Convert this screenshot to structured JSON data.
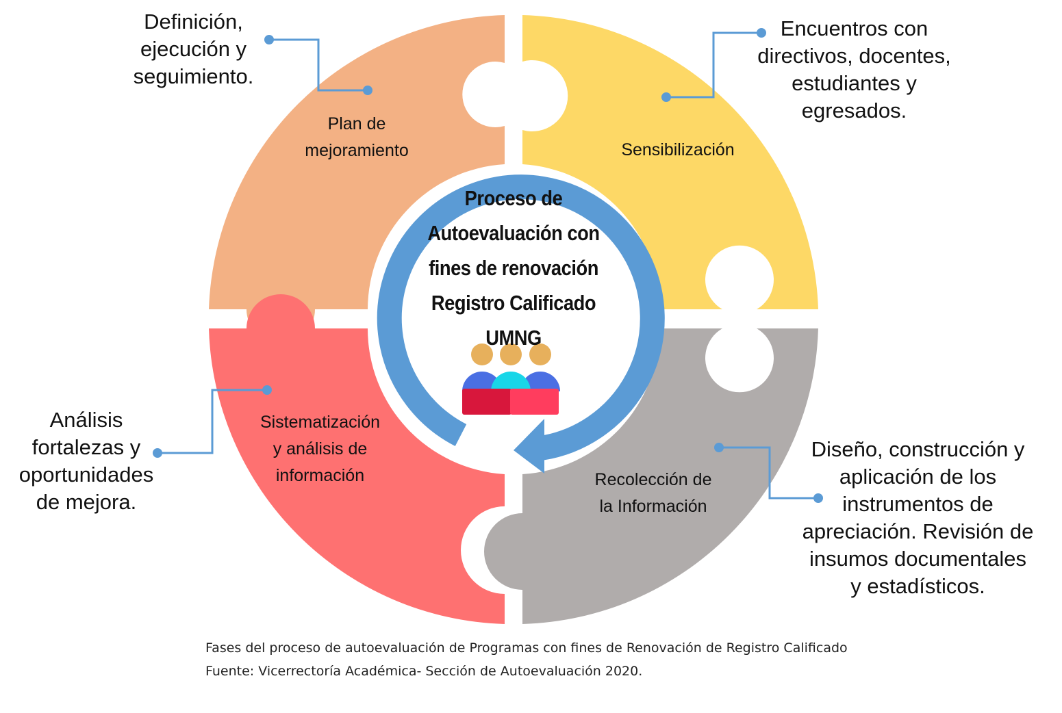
{
  "center": {
    "title_lines": [
      "Proceso de",
      "Autoevaluación con",
      "fines de renovación",
      "Registro Calificado",
      "UMNG"
    ],
    "icon": "people-group-icon"
  },
  "phases": [
    {
      "id": "plan",
      "label_lines": [
        "Plan de",
        "mejoramiento"
      ],
      "color": "#f3b184",
      "callout_lines": [
        "Definición,",
        "ejecución y",
        "seguimiento."
      ]
    },
    {
      "id": "sensibilizacion",
      "label_lines": [
        "Sensibilización"
      ],
      "color": "#fdd866",
      "callout_lines": [
        "Encuentros con",
        "directivos, docentes,",
        "estudiantes y",
        "egresados."
      ]
    },
    {
      "id": "recoleccion",
      "label_lines": [
        "Recolección de",
        "la Información"
      ],
      "color": "#b0acab",
      "callout_lines": [
        "Diseño, construcción y",
        "aplicación de los",
        "instrumentos de",
        "apreciación. Revisión de",
        "insumos documentales",
        "y estadísticos."
      ]
    },
    {
      "id": "sistematizacion",
      "label_lines": [
        "Sistematización",
        "y análisis de",
        "información"
      ],
      "color": "#fe7171",
      "callout_lines": [
        "Análisis",
        "fortalezas y",
        "oportunidades",
        "de mejora."
      ]
    }
  ],
  "colors": {
    "arrow": "#5b9bd5",
    "connector": "#5b9bd5",
    "person_head": "#e7b05c",
    "person_body_blue": "#4a6fe3",
    "person_body_cyan": "#18d6e8",
    "table_left": "#d8173c",
    "table_right": "#ff3d5e"
  },
  "caption": {
    "line1": "Fases del proceso de autoevaluación de Programas con fines de Renovación de Registro Calificado",
    "line2": "Fuente: Vicerrectoría Académica- Sección de Autoevaluación 2020."
  }
}
